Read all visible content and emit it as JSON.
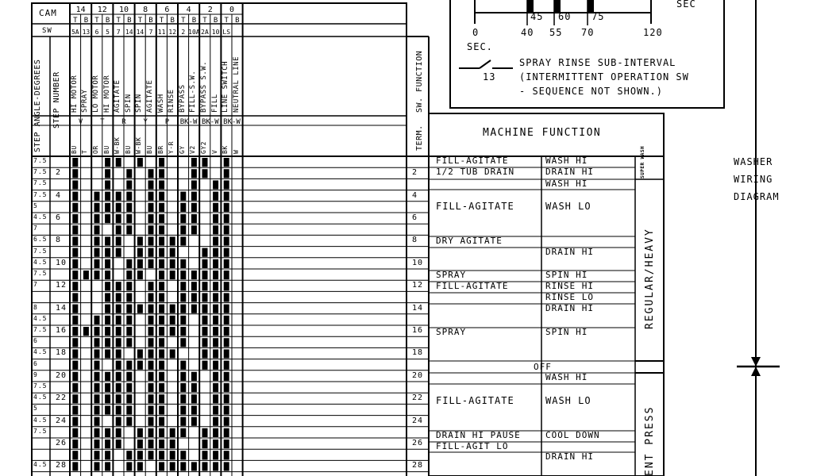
{
  "header": {
    "cam_label": "CAM",
    "sw_label": "SW",
    "step_angle_label": "STEP ANGLE-DEGREES",
    "step_number_label": "STEP NUMBER",
    "sw_function_label": "SW. FUNCTION",
    "term_label": "TERM.",
    "machine_function_title": "MACHINE FUNCTION"
  },
  "cam_groups": [
    {
      "cam": "14",
      "cols": [
        {
          "tb": "T",
          "sw": "5A",
          "func": "HI MOTOR",
          "term": "BU"
        },
        {
          "tb": "B",
          "sw": "13",
          "func": "SPRAY",
          "term": "T"
        }
      ],
      "wire": "V"
    },
    {
      "cam": "12",
      "cols": [
        {
          "tb": "T",
          "sw": "6",
          "func": "LO MOTOR",
          "term": "OR"
        },
        {
          "tb": "B",
          "sw": "5",
          "func": "HI MOTOR",
          "term": "BU"
        }
      ],
      "wire": "T"
    },
    {
      "cam": "10",
      "cols": [
        {
          "tb": "T",
          "sw": "7",
          "func": "AGITATE",
          "term": "W-BK"
        },
        {
          "tb": "B",
          "sw": "14",
          "func": "SPIN",
          "term": "BU"
        }
      ],
      "wire": "R"
    },
    {
      "cam": "8",
      "cols": [
        {
          "tb": "T",
          "sw": "14",
          "func": "SPIN",
          "term": "W-BK"
        },
        {
          "tb": "B",
          "sw": "7",
          "func": "AGITATE",
          "term": "BU"
        }
      ],
      "wire": "Y"
    },
    {
      "cam": "6",
      "cols": [
        {
          "tb": "T",
          "sw": "11",
          "func": "WASH",
          "term": "BR"
        },
        {
          "tb": "B",
          "sw": "12",
          "func": "RINSE",
          "term": "Y-R"
        }
      ],
      "wire": "P"
    },
    {
      "cam": "4",
      "cols": [
        {
          "tb": "T",
          "sw": "2",
          "func": "BYPASS",
          "term": "GY"
        },
        {
          "tb": "B",
          "sw": "10A",
          "func": "FILL-S.W.",
          "term": "V2"
        }
      ],
      "wire": "BK-W"
    },
    {
      "cam": "2",
      "cols": [
        {
          "tb": "T",
          "sw": "2A",
          "func": "BYPASS S.W.",
          "term": "GY2"
        },
        {
          "tb": "B",
          "sw": "10",
          "func": "FILL",
          "term": "V"
        }
      ],
      "wire": "BK-W"
    },
    {
      "cam": "0",
      "cols": [
        {
          "tb": "T",
          "sw": "LS",
          "func": "LINE SWITCH",
          "term": "BK"
        },
        {
          "tb": "B",
          "sw": "",
          "func": "NEUTRAL LINE",
          "term": "W"
        }
      ],
      "wire": "BK-W"
    }
  ],
  "rows": [
    {
      "angle": "7.5",
      "step": "",
      "term": ""
    },
    {
      "angle": "7.5",
      "step": "2",
      "term": "2"
    },
    {
      "angle": "7.5",
      "step": "",
      "term": ""
    },
    {
      "angle": "7.5",
      "step": "4",
      "term": "4"
    },
    {
      "angle": "5",
      "step": "",
      "term": ""
    },
    {
      "angle": "4.5",
      "step": "6",
      "term": "6"
    },
    {
      "angle": "7",
      "step": "",
      "term": ""
    },
    {
      "angle": "6.5",
      "step": "8",
      "term": "8"
    },
    {
      "angle": "7.5",
      "step": "",
      "term": ""
    },
    {
      "angle": "4.5",
      "step": "10",
      "term": "10"
    },
    {
      "angle": "7.5",
      "step": "",
      "term": ""
    },
    {
      "angle": "7",
      "step": "12",
      "term": "12"
    },
    {
      "angle": "",
      "step": "",
      "term": ""
    },
    {
      "angle": "8",
      "step": "14",
      "term": "14"
    },
    {
      "angle": "4.5",
      "step": "",
      "term": ""
    },
    {
      "angle": "7.5",
      "step": "16",
      "term": "16"
    },
    {
      "angle": "6",
      "step": "",
      "term": ""
    },
    {
      "angle": "4.5",
      "step": "18",
      "term": "18"
    },
    {
      "angle": "6",
      "step": "",
      "term": ""
    },
    {
      "angle": "9",
      "step": "20",
      "term": "20"
    },
    {
      "angle": "7.5",
      "step": "",
      "term": ""
    },
    {
      "angle": "4.5",
      "step": "22",
      "term": "22"
    },
    {
      "angle": "5",
      "step": "",
      "term": ""
    },
    {
      "angle": "4.5",
      "step": "24",
      "term": "24"
    },
    {
      "angle": "7.5",
      "step": "",
      "term": ""
    },
    {
      "angle": "",
      "step": "26",
      "term": "26"
    },
    {
      "angle": "",
      "step": "",
      "term": ""
    },
    {
      "angle": "4.5",
      "step": "28",
      "term": "28"
    }
  ],
  "functions": [
    {
      "left": "FILL-AGITATE",
      "right": "WASH HI"
    },
    {
      "left": "1/2 TUB DRAIN",
      "right": "DRAIN HI"
    },
    {
      "left": "",
      "right": "WASH HI"
    },
    {
      "left": "FILL-AGITATE",
      "right": "WASH LO"
    },
    {
      "left": "DRY AGITATE",
      "right": ""
    },
    {
      "left": "",
      "right": "DRAIN HI"
    },
    {
      "left": "SPRAY",
      "right": "SPIN HI"
    },
    {
      "left": "FILL-AGITATE",
      "right": "RINSE HI"
    },
    {
      "left": "",
      "right": "RINSE LO"
    },
    {
      "left": "",
      "right": "DRAIN HI"
    },
    {
      "left": "SPRAY",
      "right": "SPIN HI"
    },
    {
      "left": "",
      "right": "OFF"
    },
    {
      "left": "",
      "right": "WASH HI"
    },
    {
      "left": "FILL-AGITATE",
      "right": "WASH LO"
    },
    {
      "left": "DRAIN HI PAUSE",
      "right": "COOL DOWN"
    },
    {
      "left": "FILL-AGIT LO",
      "right": ""
    },
    {
      "left": "",
      "right": "DRAIN HI"
    }
  ],
  "cycles": {
    "super_wash": "SUPER WASH",
    "regular_heavy": "REGULAR/HEAVY",
    "permanent_press": "ENT PRESS"
  },
  "timer_inset": {
    "sec_top": "SEC",
    "ticks_upper": [
      "45",
      "60",
      "75"
    ],
    "ticks_lower": [
      "0",
      "40",
      "55",
      "70",
      "120"
    ],
    "sec_label": "SEC.",
    "switch_number": "13",
    "note_line1": "SPRAY RINSE SUB-INTERVAL",
    "note_line2": "(INTERMITTENT OPERATION SW",
    "note_line3": "- SEQUENCE NOT SHOWN.)"
  },
  "side_title": {
    "line1": "WASHER",
    "line2": "WIRING",
    "line3": "DIAGRAM"
  }
}
